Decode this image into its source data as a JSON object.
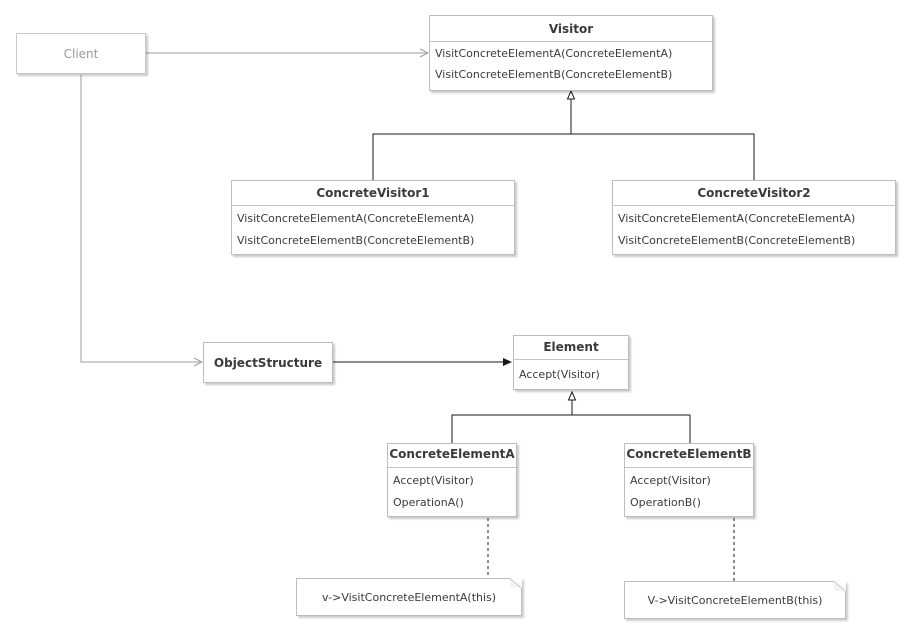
{
  "client": {
    "label": "Client"
  },
  "visitor": {
    "name": "Visitor",
    "ops": [
      "VisitConcreteElementA(ConcreteElementA)",
      "VisitConcreteElementB(ConcreteElementB)"
    ]
  },
  "concrete_visitor_1": {
    "name": "ConcreteVisitor1",
    "ops": [
      "VisitConcreteElementA(ConcreteElementA)",
      "VisitConcreteElementB(ConcreteElementB)"
    ]
  },
  "concrete_visitor_2": {
    "name": "ConcreteVisitor2",
    "ops": [
      "VisitConcreteElementA(ConcreteElementA)",
      "VisitConcreteElementB(ConcreteElementB)"
    ]
  },
  "object_structure": {
    "label": "ObjectStructure"
  },
  "element": {
    "name": "Element",
    "ops": [
      "Accept(Visitor)"
    ]
  },
  "concrete_element_a": {
    "name": "ConcreteElementA",
    "ops": [
      "Accept(Visitor)",
      "OperationA()"
    ]
  },
  "concrete_element_b": {
    "name": "ConcreteElementB",
    "ops": [
      "Accept(Visitor)",
      "OperationB()"
    ]
  },
  "notes": {
    "a": "v->VisitConcreteElementA(this)",
    "b": "V->VisitConcreteElementB(this)"
  },
  "colors": {
    "line": "#1a1a1a",
    "client_line": "#9e9e9e",
    "border": "#bdbdbd",
    "client_text": "#9a9a9a"
  }
}
